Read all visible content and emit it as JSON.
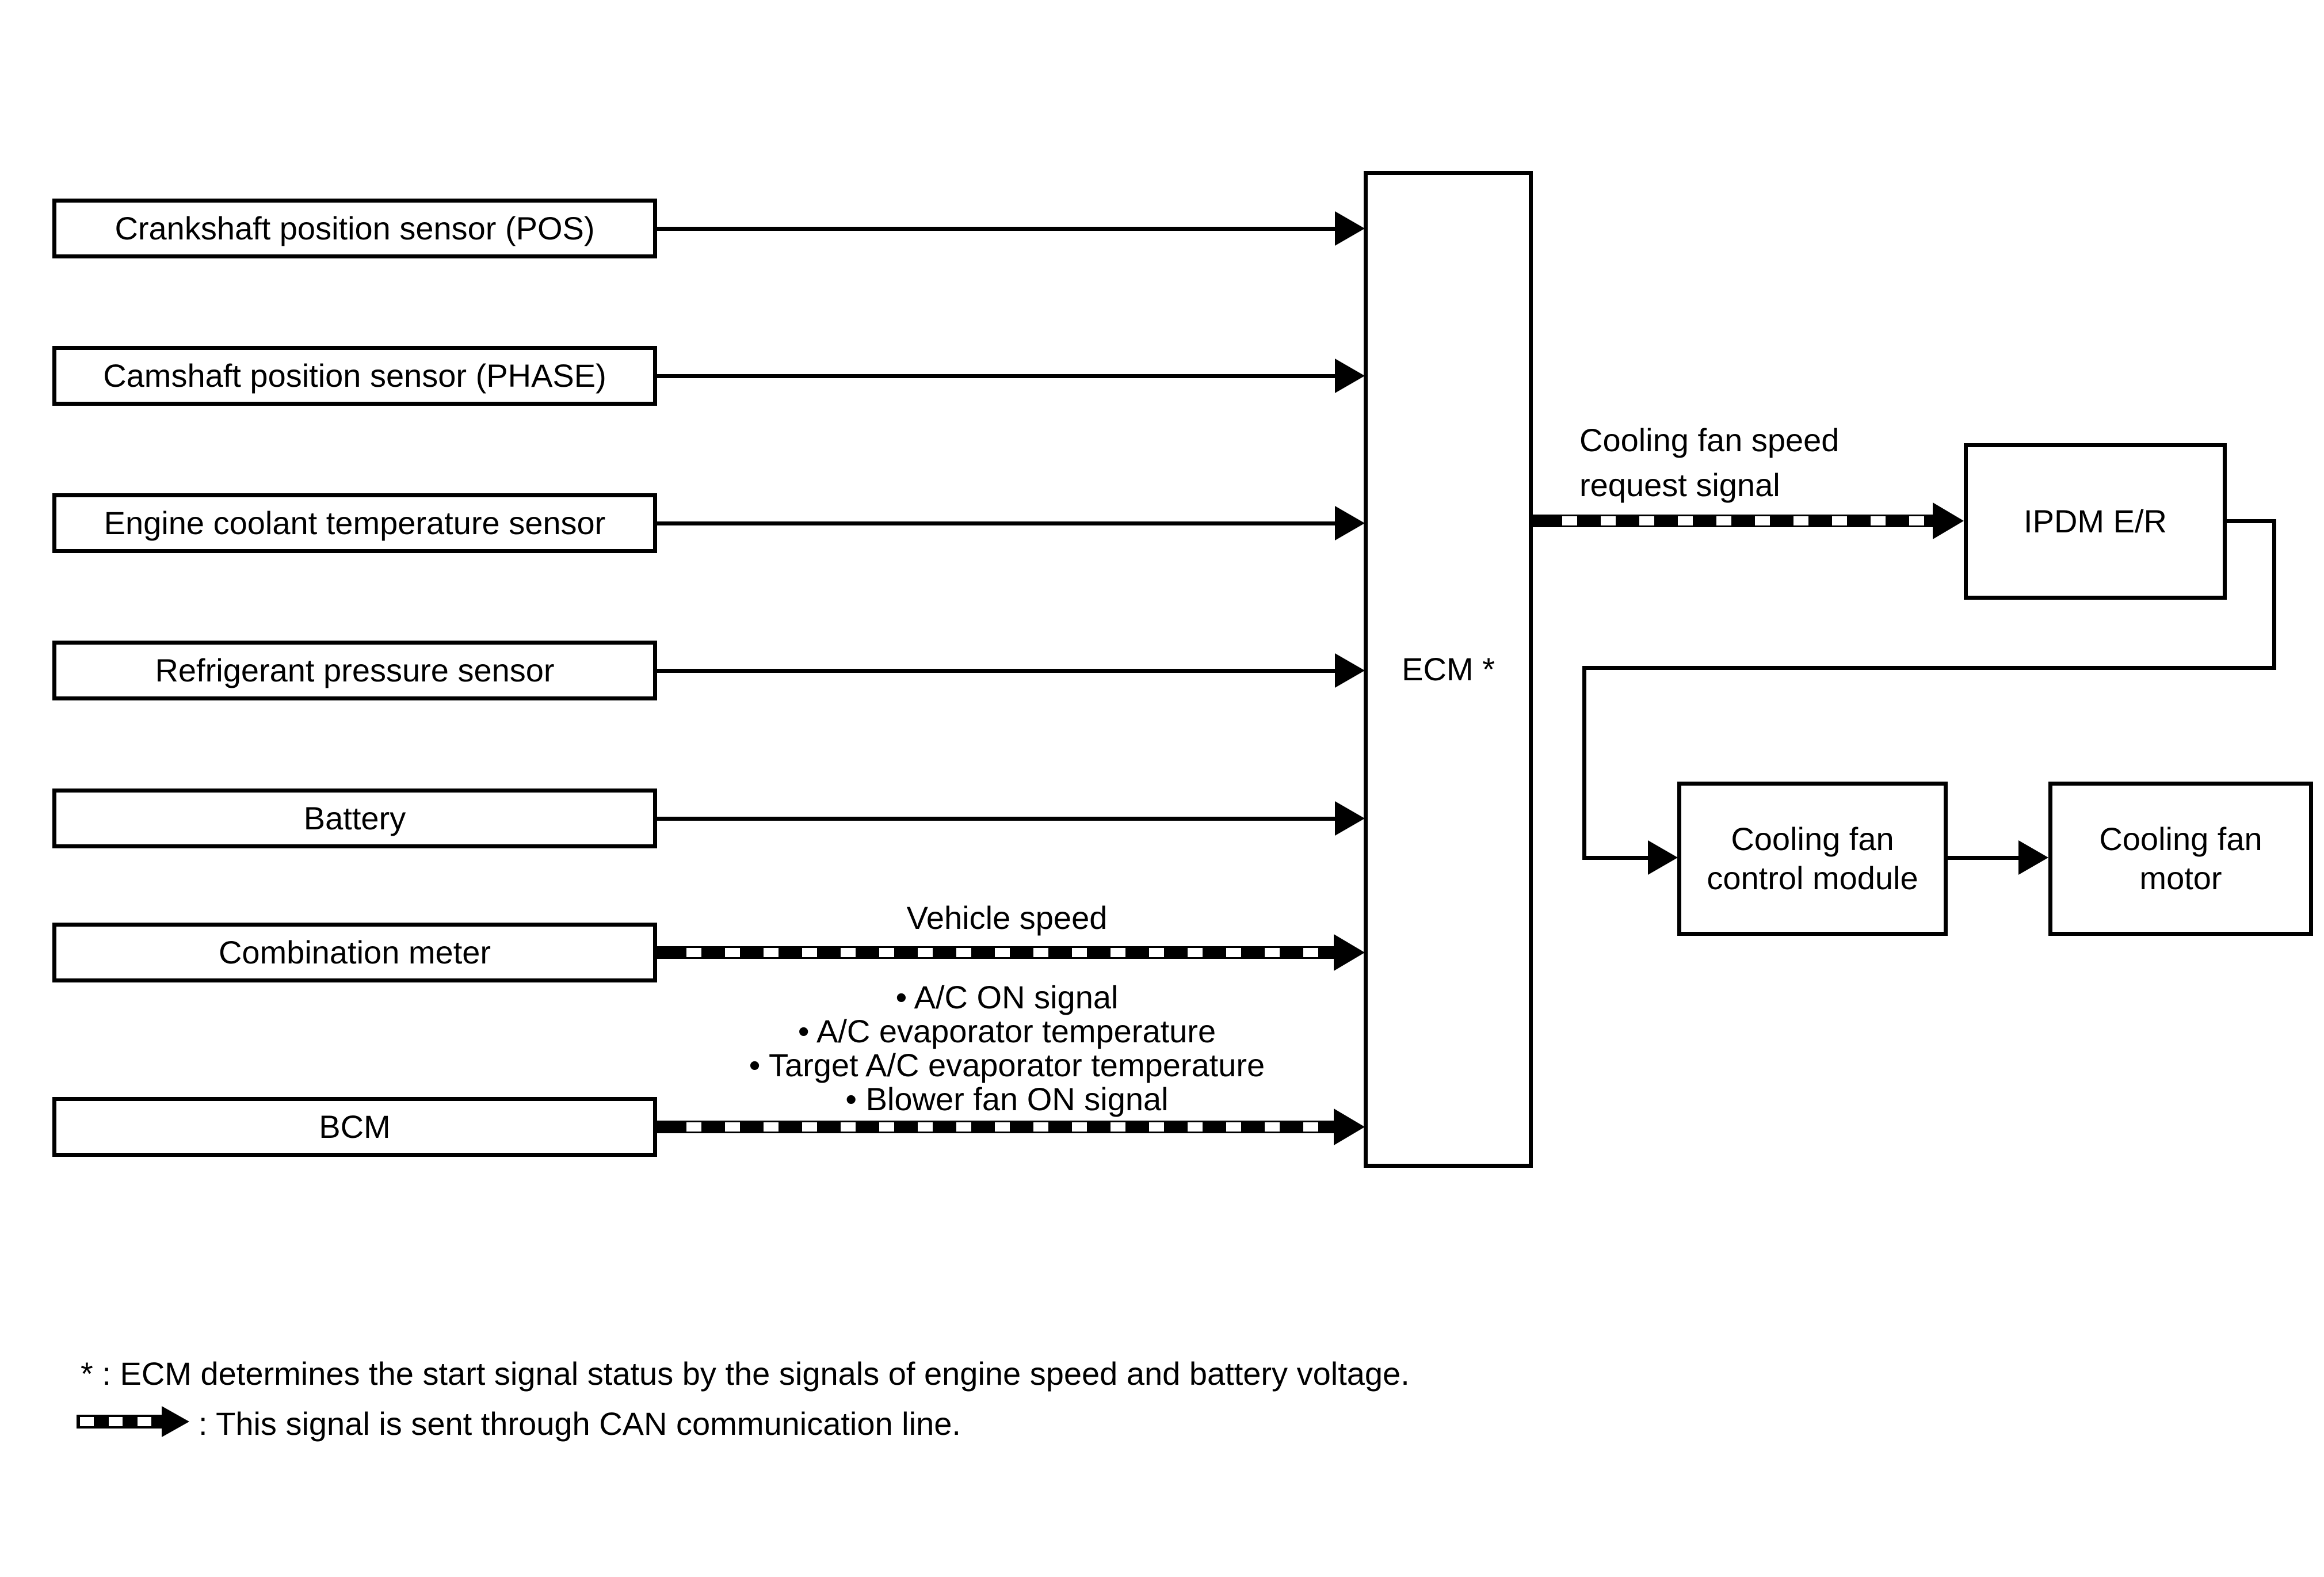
{
  "canvas": {
    "background": "#ffffff",
    "line_color": "#000000"
  },
  "source_boxes": [
    {
      "label": "Crankshaft position sensor (POS)"
    },
    {
      "label": "Camshaft position sensor (PHASE)"
    },
    {
      "label": "Engine coolant temperature sensor"
    },
    {
      "label": "Refrigerant pressure sensor"
    },
    {
      "label": "Battery"
    },
    {
      "label": "Combination meter"
    },
    {
      "label": "BCM"
    }
  ],
  "ecm": {
    "label": "ECM *"
  },
  "ipdm": {
    "label": "IPDM E/R"
  },
  "cooling_fan_control_module": {
    "line1": "Cooling fan",
    "line2": "control module"
  },
  "cooling_fan_motor": {
    "line1": "Cooling fan",
    "line2": "motor"
  },
  "signal_labels": {
    "vehicle_speed": "Vehicle speed",
    "bcm_signals": [
      "• A/C ON signal",
      "• A/C evaporator temperature",
      "• Target A/C evaporator temperature",
      "• Blower fan ON signal"
    ],
    "cooling_fan_request_line1": "Cooling fan speed",
    "cooling_fan_request_line2": "request signal"
  },
  "footnotes": {
    "asterisk_note": "* : ECM determines the start signal status by the signals of engine speed and battery voltage.",
    "can_note": ": This signal is sent through CAN communication line."
  }
}
